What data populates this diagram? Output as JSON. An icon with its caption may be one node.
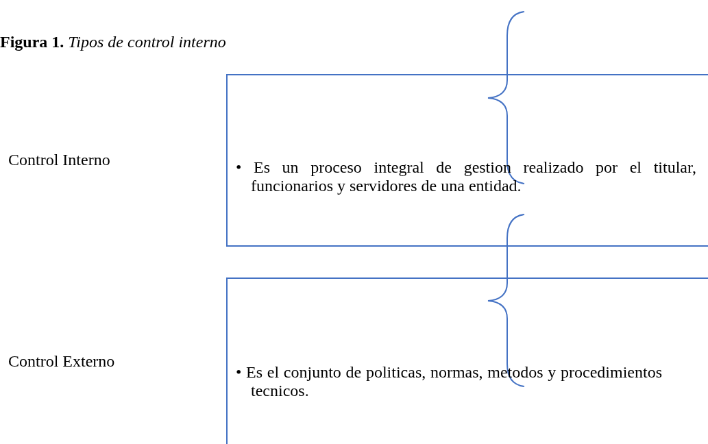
{
  "diagram": {
    "title": "**Figura 1.** *Tipos de control interno*",
    "nodes": [
      {
        "text": [
          "• Es un proceso integral de gestion realizado por el titular, funcionarios y servidores de una entidad."
        ]
      },
      {
        "text": [
          "• Es el conjunto de politicas, normas, metodos y procedimientos tecnicos."
        ]
      }
    ],
    "labels": [
      "Control Interno",
      "Control Externo"
    ]
  }
}
